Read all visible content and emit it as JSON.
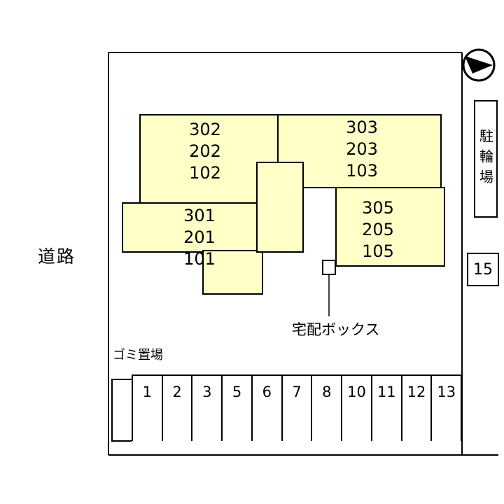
{
  "plan": {
    "road_label": "道路",
    "bicycle_parking_label": "駐輪場",
    "garbage_label": "ゴミ置場",
    "delivery_box_label": "宅配ボックス",
    "space15_label": "15"
  },
  "building": {
    "fill_color": "#FFFFC8",
    "outline_color": "#000000",
    "blocks": [
      {
        "position": "upper-left",
        "units": [
          "302",
          "202",
          "102"
        ]
      },
      {
        "position": "upper-right",
        "units": [
          "303",
          "203",
          "103"
        ]
      },
      {
        "position": "lower-left",
        "units": [
          "301",
          "201",
          "101"
        ]
      },
      {
        "position": "lower-right",
        "units": [
          "305",
          "205",
          "105"
        ]
      }
    ]
  },
  "parking": {
    "spaces": [
      "1",
      "2",
      "3",
      "5",
      "6",
      "7",
      "8",
      "10",
      "11",
      "12",
      "13"
    ]
  },
  "icons": {
    "north_arrow": "north-arrow-icon"
  }
}
